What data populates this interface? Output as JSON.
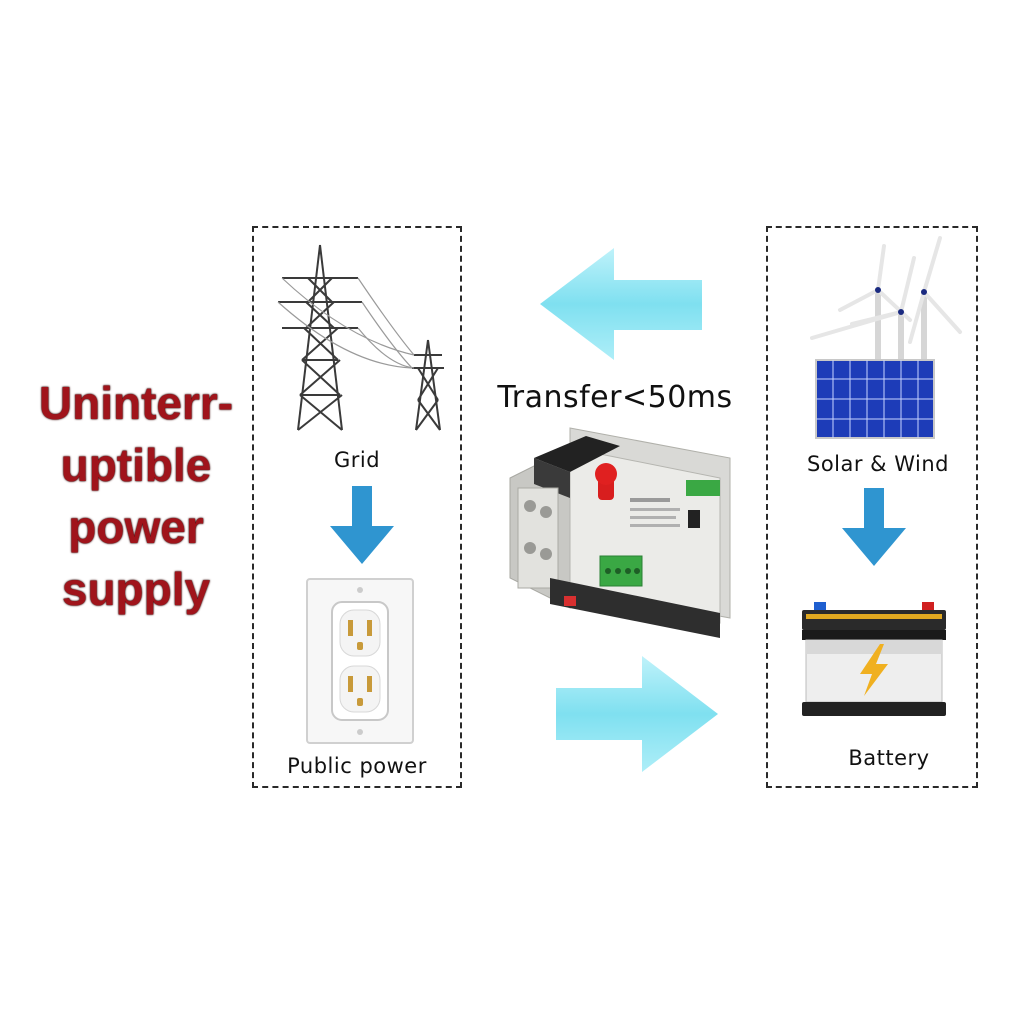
{
  "headline": {
    "lines": [
      "Uninterr-",
      "uptible",
      "power",
      "supply"
    ],
    "color": "#a0141b"
  },
  "transfer_label": "Transfer<50ms",
  "left_panel": {
    "top_label": "Grid",
    "bottom_label": "Public power"
  },
  "right_panel": {
    "top_label": "Solar & Wind",
    "bottom_label": "Battery"
  },
  "colors": {
    "flow_arrow": "#7fe0f0",
    "down_arrow": "#2f95d0",
    "dash_border": "#2a2a2a"
  }
}
